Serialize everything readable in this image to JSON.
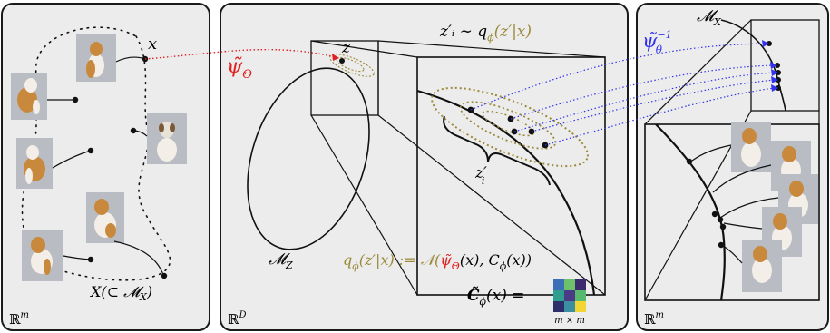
{
  "panel_left": {
    "space_label": "ℝ",
    "space_sup": "m",
    "point_x": "x",
    "manifold_label": "X(⊂ 𝓜",
    "manifold_sub": "X",
    "manifold_close": ")"
  },
  "panel_middle": {
    "space_label": "ℝ",
    "space_sup": "D",
    "map_psi": "ψ̃",
    "map_psi_sub": "Θ",
    "point_z": "z",
    "manifold_label": "𝓜",
    "manifold_sub": "Z",
    "sample_eq": "z′ᵢ ∼ q",
    "sample_eq_sub": "ϕ",
    "sample_eq_tail": "(z′|x)",
    "zi_label": "z′",
    "zi_sub": "i",
    "def_q": "q",
    "def_q_sub": "ϕ",
    "def_q_tail": "(z′|x) := 𝒩(",
    "def_psi": "ψ̃",
    "def_psi_sub": "Θ",
    "def_tail": "(x), C",
    "def_tail_sub": "ϕ",
    "def_end": "(x))",
    "cov_lhs": "C̃",
    "cov_lhs_sub": "ϕ",
    "cov_rhs": "(x) =",
    "matrix_caption": "m × m",
    "matrix_colors": [
      "#3b6fb6",
      "#6cc16a",
      "#3d2a6e",
      "#2f9e8f",
      "#4a3a87",
      "#58b86c",
      "#2c2f6b",
      "#3a8fa0",
      "#f2d633"
    ]
  },
  "panel_right": {
    "space_label": "ℝ",
    "space_sup": "m",
    "manifold_label": "𝓜",
    "manifold_sub": "X",
    "map_inv": "ψ̃",
    "map_inv_sub": "θ",
    "map_inv_sup": "−1"
  },
  "colors": {
    "psi_red": "#e02020",
    "inverse_blue": "#3333ee",
    "q_olive": "#9a8a3a",
    "panel_fill": "#ececec"
  }
}
